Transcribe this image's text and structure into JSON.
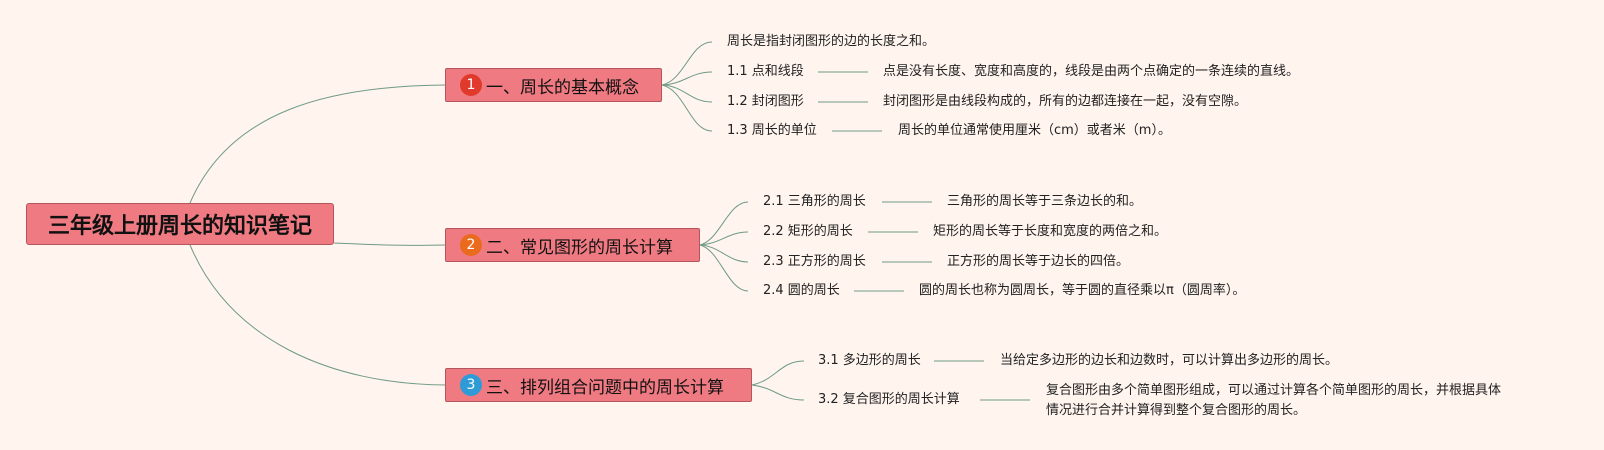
{
  "title": "三年级上册周长的知识笔记",
  "colors": {
    "node_fill": "#ef7a82",
    "node_border": "#b2555c",
    "link": "#6f9a86",
    "badge_1": "#e03a2c",
    "badge_2": "#ea6a1e",
    "badge_3": "#2e9bd6"
  },
  "branches": [
    {
      "number": "1",
      "label": "一、周长的基本概念",
      "intro": "周长是指封闭图形的边的长度之和。",
      "items": [
        {
          "label": "1.1 点和线段",
          "desc": "点是没有长度、宽度和高度的，线段是由两个点确定的一条连续的直线。"
        },
        {
          "label": "1.2 封闭图形",
          "desc": "封闭图形是由线段构成的，所有的边都连接在一起，没有空隙。"
        },
        {
          "label": "1.3 周长的单位",
          "desc": "周长的单位通常使用厘米（cm）或者米（m）。"
        }
      ]
    },
    {
      "number": "2",
      "label": "二、常见图形的周长计算",
      "items": [
        {
          "label": "2.1 三角形的周长",
          "desc": "三角形的周长等于三条边长的和。"
        },
        {
          "label": "2.2 矩形的周长",
          "desc": "矩形的周长等于长度和宽度的两倍之和。"
        },
        {
          "label": "2.3 正方形的周长",
          "desc": "正方形的周长等于边长的四倍。"
        },
        {
          "label": "2.4 圆的周长",
          "desc": "圆的周长也称为圆周长，等于圆的直径乘以π（圆周率）。"
        }
      ]
    },
    {
      "number": "3",
      "label": "三、排列组合问题中的周长计算",
      "items": [
        {
          "label": "3.1 多边形的周长",
          "desc": "当给定多边形的边长和边数时，可以计算出多边形的周长。"
        },
        {
          "label": "3.2 复合图形的周长计算",
          "desc_line1": "复合图形由多个简单图形组成，可以通过计算各个简单图形的周长，并根据具体",
          "desc_line2": "情况进行合并计算得到整个复合图形的周长。"
        }
      ]
    }
  ]
}
